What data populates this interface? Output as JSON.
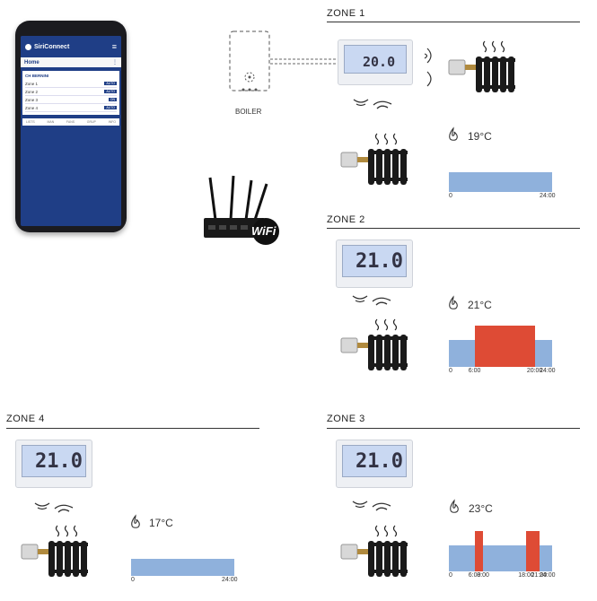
{
  "phone": {
    "app_name": "SiriConnect",
    "nav_home": "Home",
    "section_title": "CH BERNINI",
    "rows": [
      {
        "label": "Zone 1",
        "tag": "AUTO"
      },
      {
        "label": "Zone 2",
        "tag": "AUTO"
      },
      {
        "label": "Zone 3",
        "tag": "ON"
      },
      {
        "label": "Zone 4",
        "tag": "AUTO"
      }
    ],
    "bottom_tabs": [
      "LISTS",
      "MAN",
      "FANS",
      "GRUP",
      "INFO"
    ]
  },
  "boiler_label": "BOILER",
  "wifi_label": "WiFi",
  "zones": [
    {
      "title": "ZONE 1",
      "display": "20.0",
      "temp": "19°C",
      "axis_start": "0",
      "axis_end": "24:00",
      "intervals": [],
      "interval_labels": []
    },
    {
      "title": "ZONE 2",
      "display": "21.0",
      "temp": "21°C",
      "axis_start": "0",
      "axis_end": "24:00",
      "intervals": [
        [
          6,
          20
        ]
      ],
      "interval_labels": [
        "6:00",
        "20:00"
      ]
    },
    {
      "title": "ZONE 3",
      "display": "21.0",
      "temp": "23°C",
      "axis_start": "0",
      "axis_end": "24:00",
      "intervals": [
        [
          6,
          8
        ],
        [
          18,
          21
        ]
      ],
      "interval_labels": [
        "6:00",
        "8:00",
        "18:00",
        "21:00"
      ]
    },
    {
      "title": "ZONE 4",
      "display": "21.0",
      "temp": "17°C",
      "axis_start": "0",
      "axis_end": "24:00",
      "intervals": [],
      "interval_labels": []
    }
  ],
  "colors": {
    "on": "#de4b35",
    "off": "#8fb1dc",
    "phone_blue": "#1f3e86"
  }
}
